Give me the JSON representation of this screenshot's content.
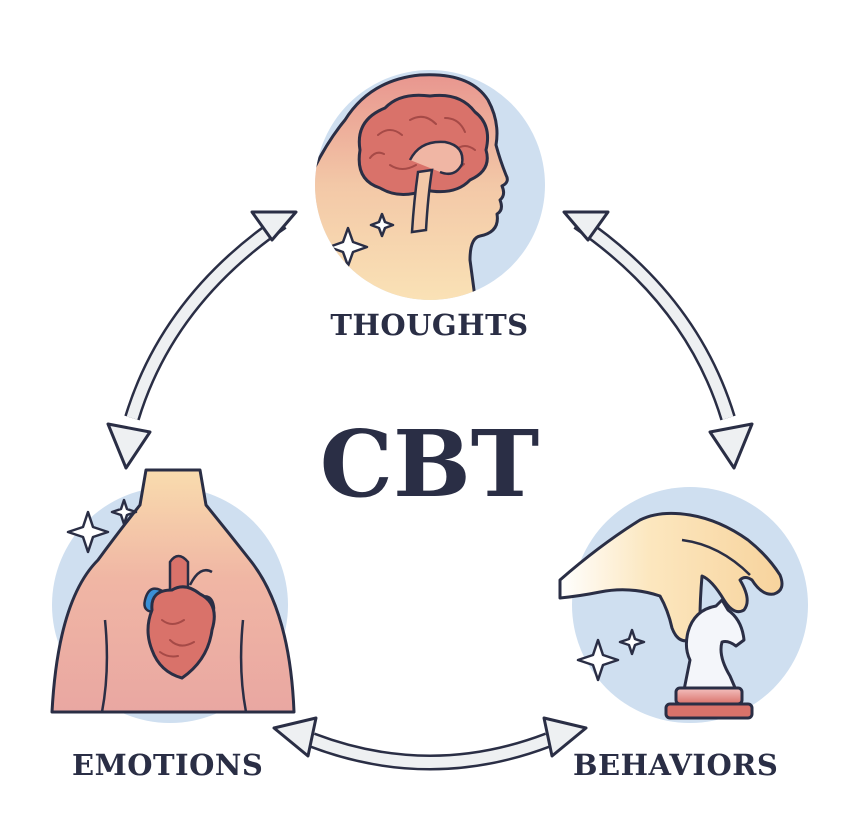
{
  "center_label": "CBT",
  "nodes": {
    "thoughts": {
      "label": "THOUGHTS",
      "icon": "head-brain-icon"
    },
    "emotions": {
      "label": "EMOTIONS",
      "icon": "torso-heart-icon"
    },
    "behaviors": {
      "label": "BEHAVIORS",
      "icon": "hand-chess-knight-icon"
    }
  },
  "colors": {
    "outline": "#2a2e45",
    "circle_bg": "#cfdff0",
    "skin_warm": "#f9dcae",
    "skin_pink": "#e89a92",
    "brain": "#d9726a",
    "arrow_fill": "#eef0f2"
  }
}
